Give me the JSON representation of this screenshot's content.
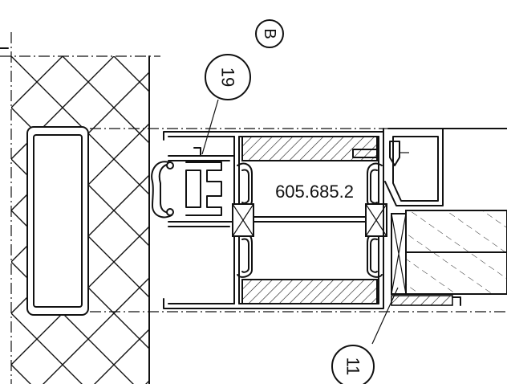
{
  "drawing": {
    "part_number": "605.685.2",
    "detail_marker": "B",
    "callouts": [
      {
        "id": "callout-19",
        "label": "19"
      },
      {
        "id": "callout-11",
        "label": "11"
      }
    ]
  }
}
